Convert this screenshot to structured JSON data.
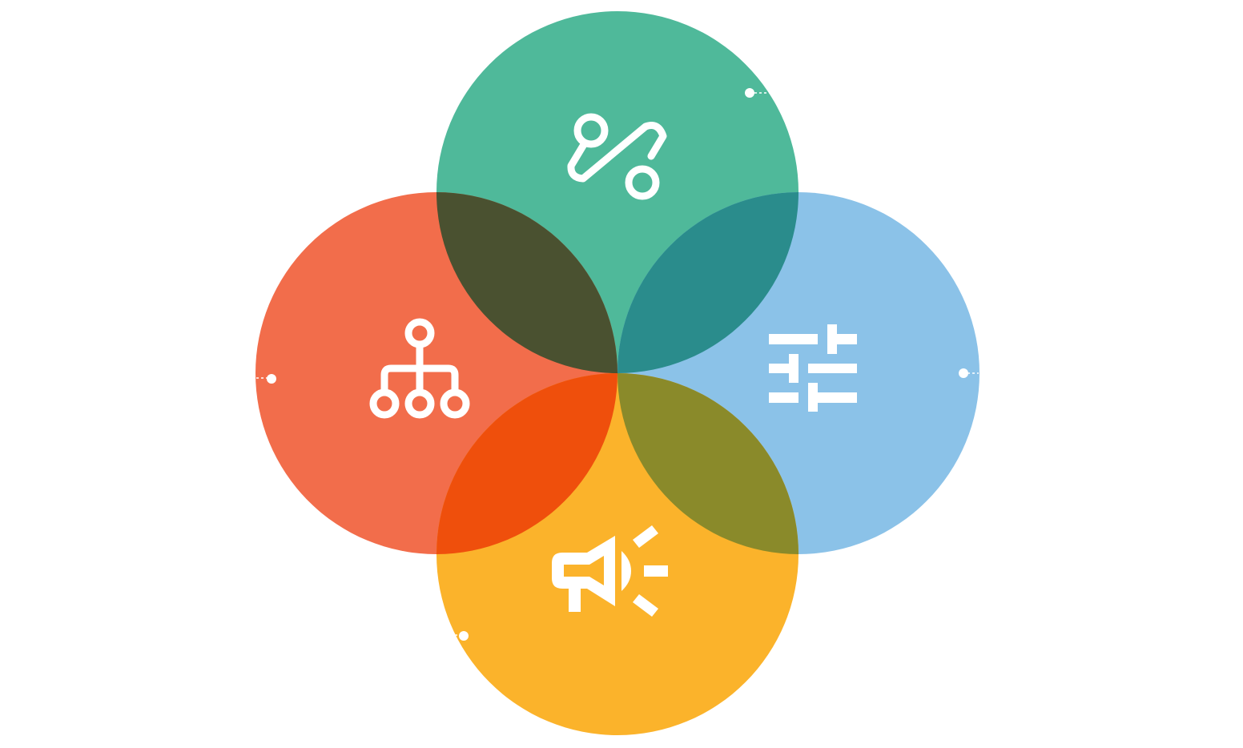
{
  "diagram": {
    "type": "four-circle-venn",
    "circles": [
      {
        "id": "top",
        "color": "#4fb99a",
        "icon": "link-pins-icon"
      },
      {
        "id": "left",
        "color": "#f26d4b",
        "icon": "hierarchy-icon"
      },
      {
        "id": "right",
        "color": "#8bc2e8",
        "icon": "sliders-icon"
      },
      {
        "id": "bottom",
        "color": "#fbb32b",
        "icon": "megaphone-icon"
      }
    ],
    "overlaps": [
      {
        "pair": [
          "top",
          "left"
        ],
        "color": "#4a5130"
      },
      {
        "pair": [
          "top",
          "right"
        ],
        "color": "#2a8c8c"
      },
      {
        "pair": [
          "bottom",
          "left"
        ],
        "color": "#ef4f0c"
      },
      {
        "pair": [
          "bottom",
          "right"
        ],
        "color": "#8a8a2a"
      }
    ]
  }
}
